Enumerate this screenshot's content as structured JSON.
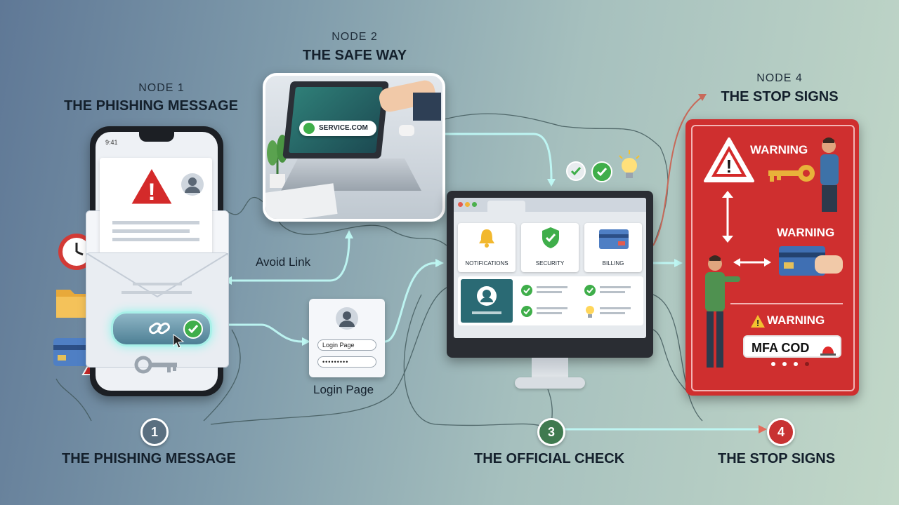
{
  "nodes": {
    "node1": {
      "small": "NODE 1",
      "title": "THE PHISHING MESSAGE"
    },
    "node2": {
      "small": "NODE 2",
      "title": "THE SAFE WAY"
    },
    "node4": {
      "small": "NODE 4",
      "title": "THE STOP SIGNS"
    }
  },
  "phone": {
    "time": "9:41"
  },
  "laptop": {
    "url": "SERVICE.COM"
  },
  "avoid_link": "Avoid Link",
  "login": {
    "field1": "Login Page",
    "caption": "Login Page",
    "password_mask": "•••••••••"
  },
  "monitor": {
    "tiles": [
      "NOTIFICATIONS",
      "SECURITY",
      "BILLING"
    ]
  },
  "warnings": [
    "WARNING",
    "WARNING",
    "WARNING"
  ],
  "mfa_text": "MFA COD",
  "steps": [
    {
      "num": "1",
      "label": "THE PHISHING MESSAGE",
      "color": "#5a6f80"
    },
    {
      "num": "3",
      "label": "THE OFFICIAL CHECK",
      "color": "#3f7a4f"
    },
    {
      "num": "4",
      "label": "THE STOP SIGNS",
      "color": "#c83232"
    }
  ],
  "colors": {
    "alert_red": "#d42a2a",
    "check_green": "#3fae4a",
    "glow_cyan": "#9ff4ee",
    "panel_red": "#cf2f2f"
  }
}
